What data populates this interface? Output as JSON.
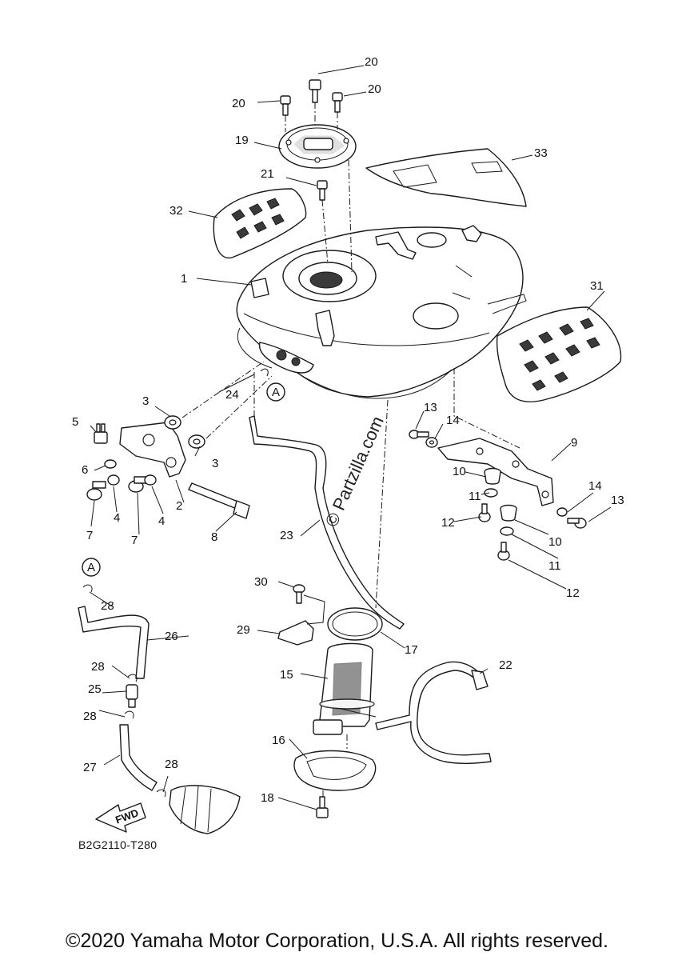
{
  "diagram_code": "B2G2110-T280",
  "copyright": "©2020 Yamaha Motor Corporation, U.S.A. All rights reserved.",
  "watermark": "© Partzilla.com",
  "direction_label": "FWD",
  "reference_marker": "A",
  "callouts": [
    "1",
    "2",
    "3",
    "3",
    "4",
    "4",
    "5",
    "6",
    "7",
    "7",
    "8",
    "9",
    "10",
    "10",
    "11",
    "11",
    "12",
    "12",
    "13",
    "13",
    "14",
    "14",
    "15",
    "16",
    "17",
    "18",
    "19",
    "20",
    "20",
    "20",
    "21",
    "22",
    "23",
    "24",
    "25",
    "26",
    "27",
    "28",
    "28",
    "28",
    "28",
    "29",
    "30",
    "31",
    "32",
    "33"
  ]
}
